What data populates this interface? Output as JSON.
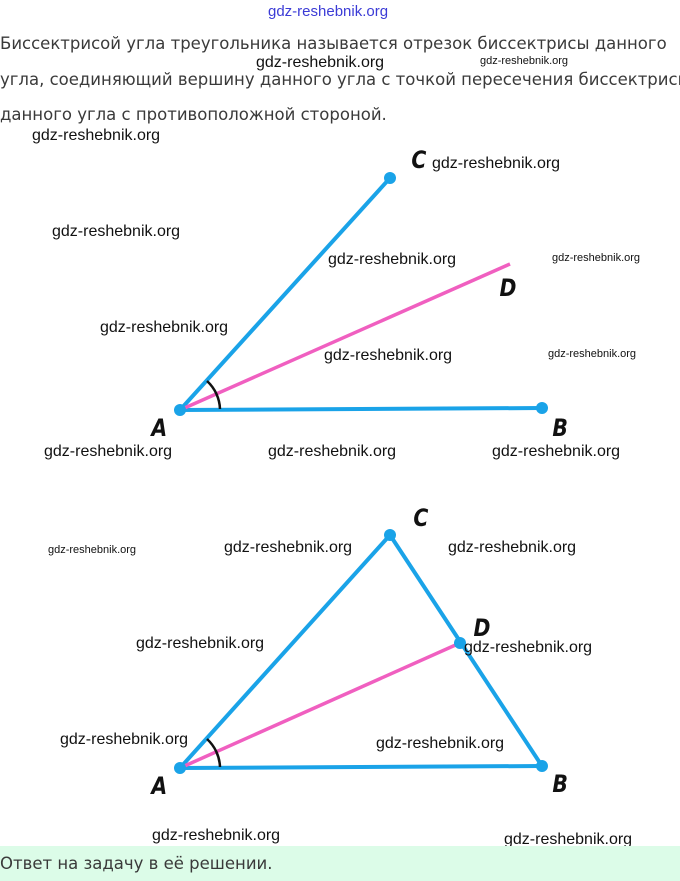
{
  "watermark": "gdz-reshebnik.org",
  "definition": {
    "line1": "Биссектрисой угла треугольника называется отрезок биссектрисы данного",
    "line2": "угла, соединяющий вершину данного угла с точкой пересечения биссектрисы",
    "line3": "данного угла с противоположной стороной."
  },
  "figure1": {
    "labels": {
      "A": "A",
      "B": "B",
      "C": "C",
      "D": "D"
    }
  },
  "figure2": {
    "labels": {
      "A": "A",
      "B": "B",
      "C": "C",
      "D": "D"
    }
  },
  "colors": {
    "side": "#1aa3e8",
    "bisector": "#f05fc0",
    "answer_bg": "#dcfce8"
  },
  "answer": "Ответ на задачу в её решении."
}
